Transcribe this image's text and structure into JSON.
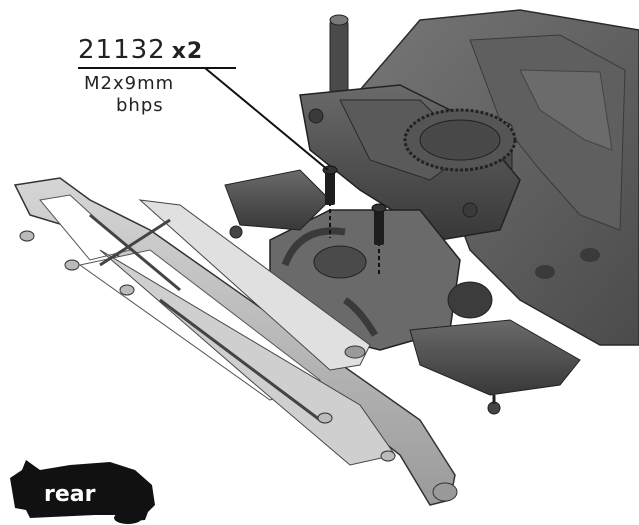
{
  "callout": {
    "part_number": "21132",
    "quantity": "x2",
    "size": "M2x9mm",
    "type": "bhps"
  },
  "orientation_badge": {
    "label": "rear",
    "color": "#111111"
  },
  "colors": {
    "chassis": "#5a5a5a",
    "chassis_dark": "#3a3a3a",
    "plastic": "#6e6e6e",
    "bumper": "#bdbdbd",
    "screw": "#1e1e1e"
  }
}
